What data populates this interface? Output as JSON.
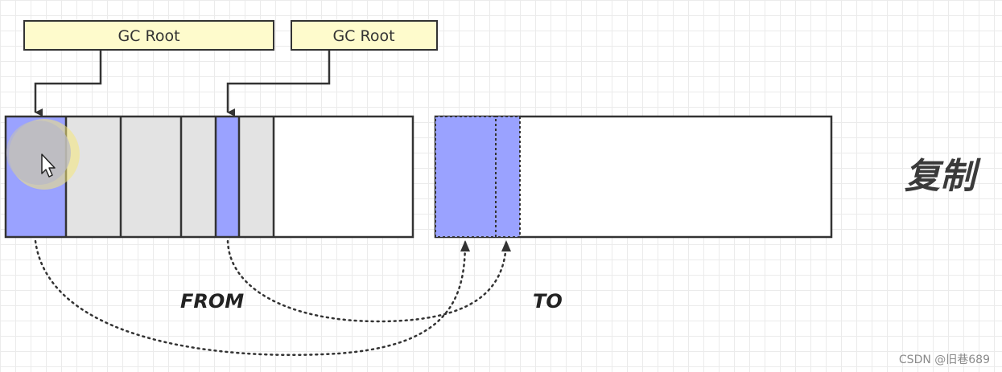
{
  "gc_roots": [
    {
      "label": "GC Root"
    },
    {
      "label": "GC Root"
    }
  ],
  "from_label": "FROM",
  "to_label": "TO",
  "title": "复制",
  "watermark": "CSDN @旧巷689",
  "colors": {
    "live_object": "#9aa2ff",
    "dead_object": "#e3e3e3",
    "root_box": "#fefbcc",
    "stroke": "#333333",
    "cursor_highlight": "#f5e87a"
  }
}
